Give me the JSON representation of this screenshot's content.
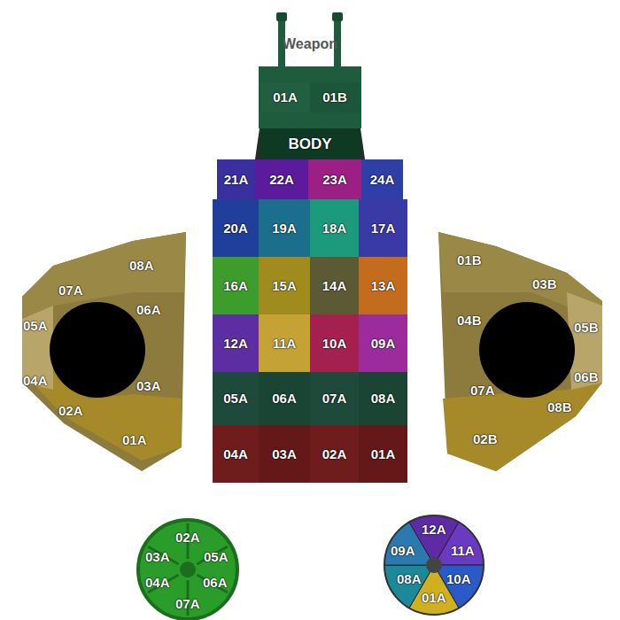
{
  "diagram": {
    "nodes": [
      {
        "text": [
          "Weapon"
        ]
      },
      {
        "text": [
          "01A"
        ],
        "in": 0
      },
      {
        "text": [
          "01B"
        ],
        "in": 0
      },
      {
        "text": [
          "BODY"
        ]
      },
      {
        "text": [
          "21A"
        ],
        "in": 3
      },
      {
        "text": [
          "22A"
        ],
        "in": 3
      },
      {
        "text": [
          "23A"
        ],
        "in": 3
      },
      {
        "text": [
          "24A"
        ],
        "in": 3
      },
      {
        "text": [
          "20A"
        ],
        "in": 3
      },
      {
        "text": [
          "19A"
        ],
        "in": 3
      },
      {
        "text": [
          "18A"
        ],
        "in": 3
      },
      {
        "text": [
          "17A"
        ],
        "in": 3
      },
      {
        "text": [
          "16A"
        ],
        "in": 3
      },
      {
        "text": [
          "15A"
        ],
        "in": 3
      },
      {
        "text": [
          "14A"
        ],
        "in": 3
      },
      {
        "text": [
          "13A"
        ],
        "in": 3
      },
      {
        "text": [
          "12A"
        ],
        "in": 3
      },
      {
        "text": [
          "11A"
        ],
        "in": 3
      },
      {
        "text": [
          "10A"
        ],
        "in": 3
      },
      {
        "text": [
          "09A"
        ],
        "in": 3
      },
      {
        "text": [
          "05A"
        ],
        "in": 3
      },
      {
        "text": [
          "06A"
        ],
        "in": 3
      },
      {
        "text": [
          "07A"
        ],
        "in": 3
      },
      {
        "text": [
          "08A"
        ],
        "in": 3
      },
      {
        "text": [
          "04A"
        ],
        "in": 3
      },
      {
        "text": [
          "03A"
        ],
        "in": 3
      },
      {
        "text": [
          "02A"
        ],
        "in": 3
      },
      {
        "text": [
          "01A"
        ],
        "in": 3
      },
      {
        "text": [
          "08A"
        ]
      },
      {
        "text": [
          "07A"
        ]
      },
      {
        "text": [
          "06A"
        ]
      },
      {
        "text": [
          "05A"
        ]
      },
      {
        "text": [
          "04A"
        ]
      },
      {
        "text": [
          "03A"
        ]
      },
      {
        "text": [
          "02A"
        ]
      },
      {
        "text": [
          "01A"
        ]
      },
      {
        "text": [
          "01B"
        ]
      },
      {
        "text": [
          "03B"
        ]
      },
      {
        "text": [
          "04B"
        ]
      },
      {
        "text": [
          "05B"
        ]
      },
      {
        "text": [
          "06B"
        ]
      },
      {
        "text": [
          "07A"
        ]
      },
      {
        "text": [
          "08B"
        ]
      },
      {
        "text": [
          "02B"
        ]
      },
      {
        "text": [
          "02A"
        ]
      },
      {
        "text": [
          "03A"
        ]
      },
      {
        "text": [
          "05A"
        ]
      },
      {
        "text": [
          "04A"
        ]
      },
      {
        "text": [
          "06A"
        ]
      },
      {
        "text": [
          "07A"
        ]
      },
      {
        "text": [
          "12A"
        ]
      },
      {
        "text": [
          "09A"
        ]
      },
      {
        "text": [
          "11A"
        ]
      },
      {
        "text": [
          "08A"
        ]
      },
      {
        "text": [
          "10A"
        ]
      },
      {
        "text": [
          "01A"
        ]
      }
    ]
  }
}
